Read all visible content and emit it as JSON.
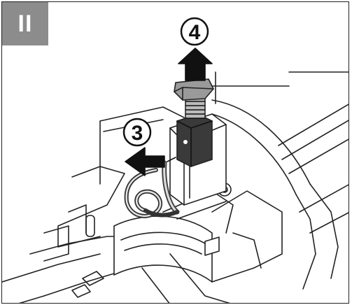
{
  "panel": {
    "label": "II"
  },
  "steps": [
    {
      "number": "4",
      "direction": "up"
    },
    {
      "number": "3",
      "direction": "left"
    }
  ],
  "colors": {
    "badge": "#8c8c8c",
    "line": "#222222",
    "part_dark": "#3a3a3a",
    "part_light": "#9a9a9a"
  }
}
